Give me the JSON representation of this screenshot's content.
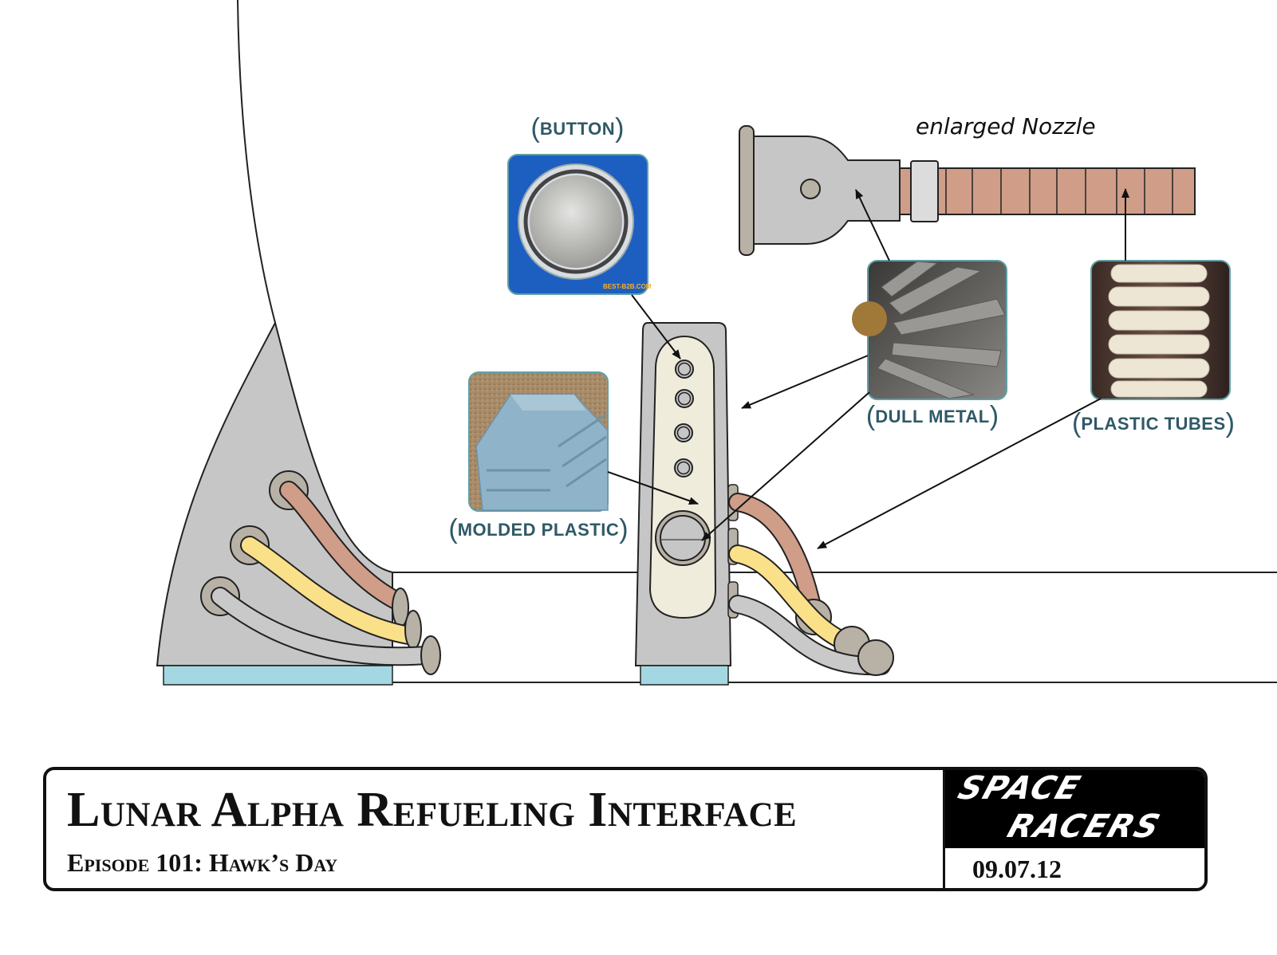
{
  "diagram": {
    "note": "enlarged Nozzle",
    "callouts": [
      {
        "id": "button",
        "label": "BUTTON",
        "swatch": "button-photo"
      },
      {
        "id": "molded-plastic",
        "label": "MOLDED PLASTIC",
        "swatch": "molded-plastic-photo"
      },
      {
        "id": "dull-metal",
        "label": "DULL METAL",
        "swatch": "turbine-photo"
      },
      {
        "id": "plastic-tubes",
        "label": "PLASTIC TUBES",
        "swatch": "bellows-photo"
      }
    ],
    "watermark": "BEST-B2B.COM",
    "colors": {
      "outline": "#1a1a1a",
      "metal_gray": "#c6c6c6",
      "panel_cream": "#efecdc",
      "grommet": "#b8b1a6",
      "tube_copper": "#cf9d88",
      "tube_yellow": "#fbe08a",
      "tube_gray": "#c9c9c9",
      "base_blue": "#a3d8e2",
      "label_teal": "#2f5966",
      "button_blue": "#1d5fc0"
    }
  },
  "title_block": {
    "title": "Lunar Alpha Refueling Interface",
    "subtitle": "Episode 101: Hawk’s Day",
    "logo_line1": "SPACE",
    "logo_line2": "RACERS",
    "date": "09.07.12"
  }
}
